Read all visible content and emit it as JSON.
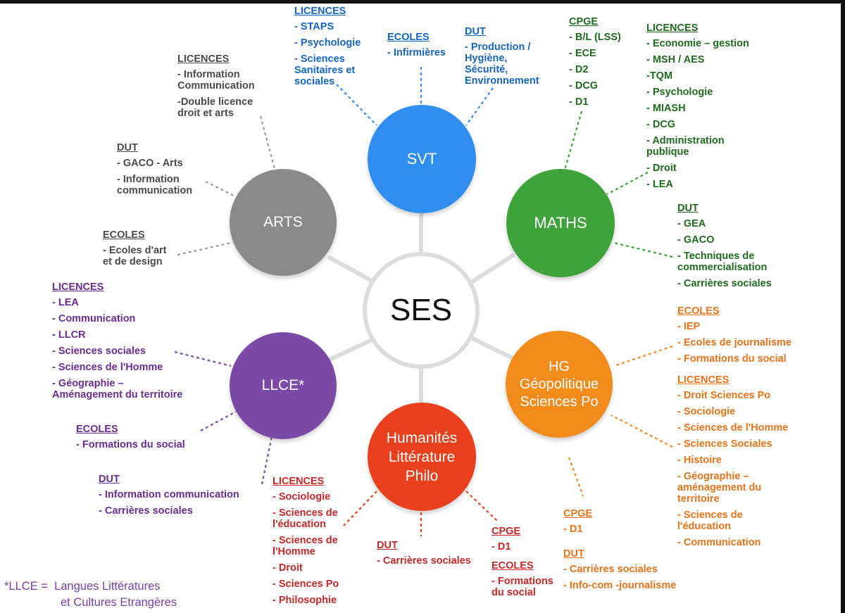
{
  "center": {
    "label": "SES"
  },
  "nodes": {
    "svt": {
      "label": "SVT",
      "color": "#2f8ef0"
    },
    "maths": {
      "label": "MATHS",
      "color": "#3fa33c"
    },
    "hg": {
      "line1": "HG",
      "line2": "Géopolitique",
      "line3": "Sciences Po",
      "color": "#f08b1c"
    },
    "humanites": {
      "line1": "Humanités",
      "line2": "Littérature",
      "line3": "Philo",
      "color": "#e8401c"
    },
    "llce": {
      "label": "LLCE*",
      "color": "#7b4aa8"
    },
    "arts": {
      "label": "ARTS",
      "color": "#8a8a8a"
    }
  },
  "groups": {
    "svt_licences": {
      "heading": "LICENCES",
      "items": [
        "- STAPS",
        "- Psychologie",
        "- Sciences\nSanitaires et\nsociales"
      ]
    },
    "svt_ecoles": {
      "heading": "ECOLES",
      "items": [
        "- Infirmières"
      ]
    },
    "svt_dut": {
      "heading": "DUT",
      "items": [
        "- Production /\nHygiène,\nSécurité,\nEnvironnement"
      ]
    },
    "maths_cpge": {
      "heading": "CPGE",
      "items": [
        "- B/L (LSS)",
        "- ECE",
        "- D2",
        "- DCG",
        "- D1"
      ]
    },
    "maths_licences": {
      "heading": "LICENCES",
      "items": [
        "- Economie – gestion",
        "- MSH / AES",
        "-TQM",
        "- Psychologie",
        "- MIASH",
        "- DCG",
        "- Administration\npublique",
        "- Droit",
        "- LEA"
      ]
    },
    "maths_dut": {
      "heading": "DUT",
      "items": [
        "- GEA",
        "- GACO",
        "- Techniques de\ncommercialisation",
        "- Carrières sociales"
      ]
    },
    "hg_ecoles": {
      "heading": "ECOLES",
      "items": [
        "- IEP",
        "- Ecoles de journalisme",
        "- Formations du social"
      ]
    },
    "hg_licences": {
      "heading": "LICENCES",
      "items": [
        "- Droit Sciences Po",
        "- Sociologie",
        "- Sciences de l'Homme",
        "- Sciences Sociales",
        "- Histoire",
        "- Géographie –\naménagement du\nterritoire",
        "- Sciences de\nl'éducation",
        "- Communication"
      ]
    },
    "hg_cpge": {
      "heading": "CPGE",
      "items": [
        "- D1"
      ]
    },
    "hg_dut": {
      "heading": "DUT",
      "items": [
        "- Carrières sociales",
        "- Info-com -journalisme"
      ]
    },
    "hum_licences": {
      "heading": "LICENCES",
      "items": [
        "- Sociologie",
        "- Sciences de\nl'éducation",
        "- Sciences de\nl'Homme",
        "- Droit",
        "- Sciences Po",
        "- Philosophie"
      ]
    },
    "hum_dut": {
      "heading": "DUT",
      "items": [
        "- Carrières sociales"
      ]
    },
    "hum_cpge": {
      "heading": "CPGE",
      "items": [
        "- D1"
      ]
    },
    "hum_ecoles": {
      "heading": "ECOLES",
      "items": [
        "- Formations\ndu social"
      ]
    },
    "llce_licences": {
      "heading": "LICENCES",
      "items": [
        "- LEA",
        "- Communication",
        "- LLCR",
        "- Sciences sociales",
        "- Sciences de l'Homme",
        "- Géographie –\nAménagement du territoire"
      ]
    },
    "llce_ecoles": {
      "heading": "ECOLES",
      "items": [
        "- Formations du social"
      ]
    },
    "llce_dut": {
      "heading": "DUT",
      "items": [
        "- Information communication",
        "- Carrières sociales"
      ]
    },
    "arts_licences": {
      "heading": "LICENCES",
      "items": [
        "- Information\nCommunication",
        "-Double licence\ndroit et arts"
      ]
    },
    "arts_dut": {
      "heading": "DUT",
      "items": [
        "- GACO - Arts",
        "- Information\ncommunication"
      ]
    },
    "arts_ecoles": {
      "heading": "ECOLES",
      "items": [
        "- Ecoles d'art\net de design"
      ]
    }
  },
  "footnote": {
    "line1": "*LLCE =  Langues Littératures",
    "line2": "et Cultures Etrangères"
  }
}
